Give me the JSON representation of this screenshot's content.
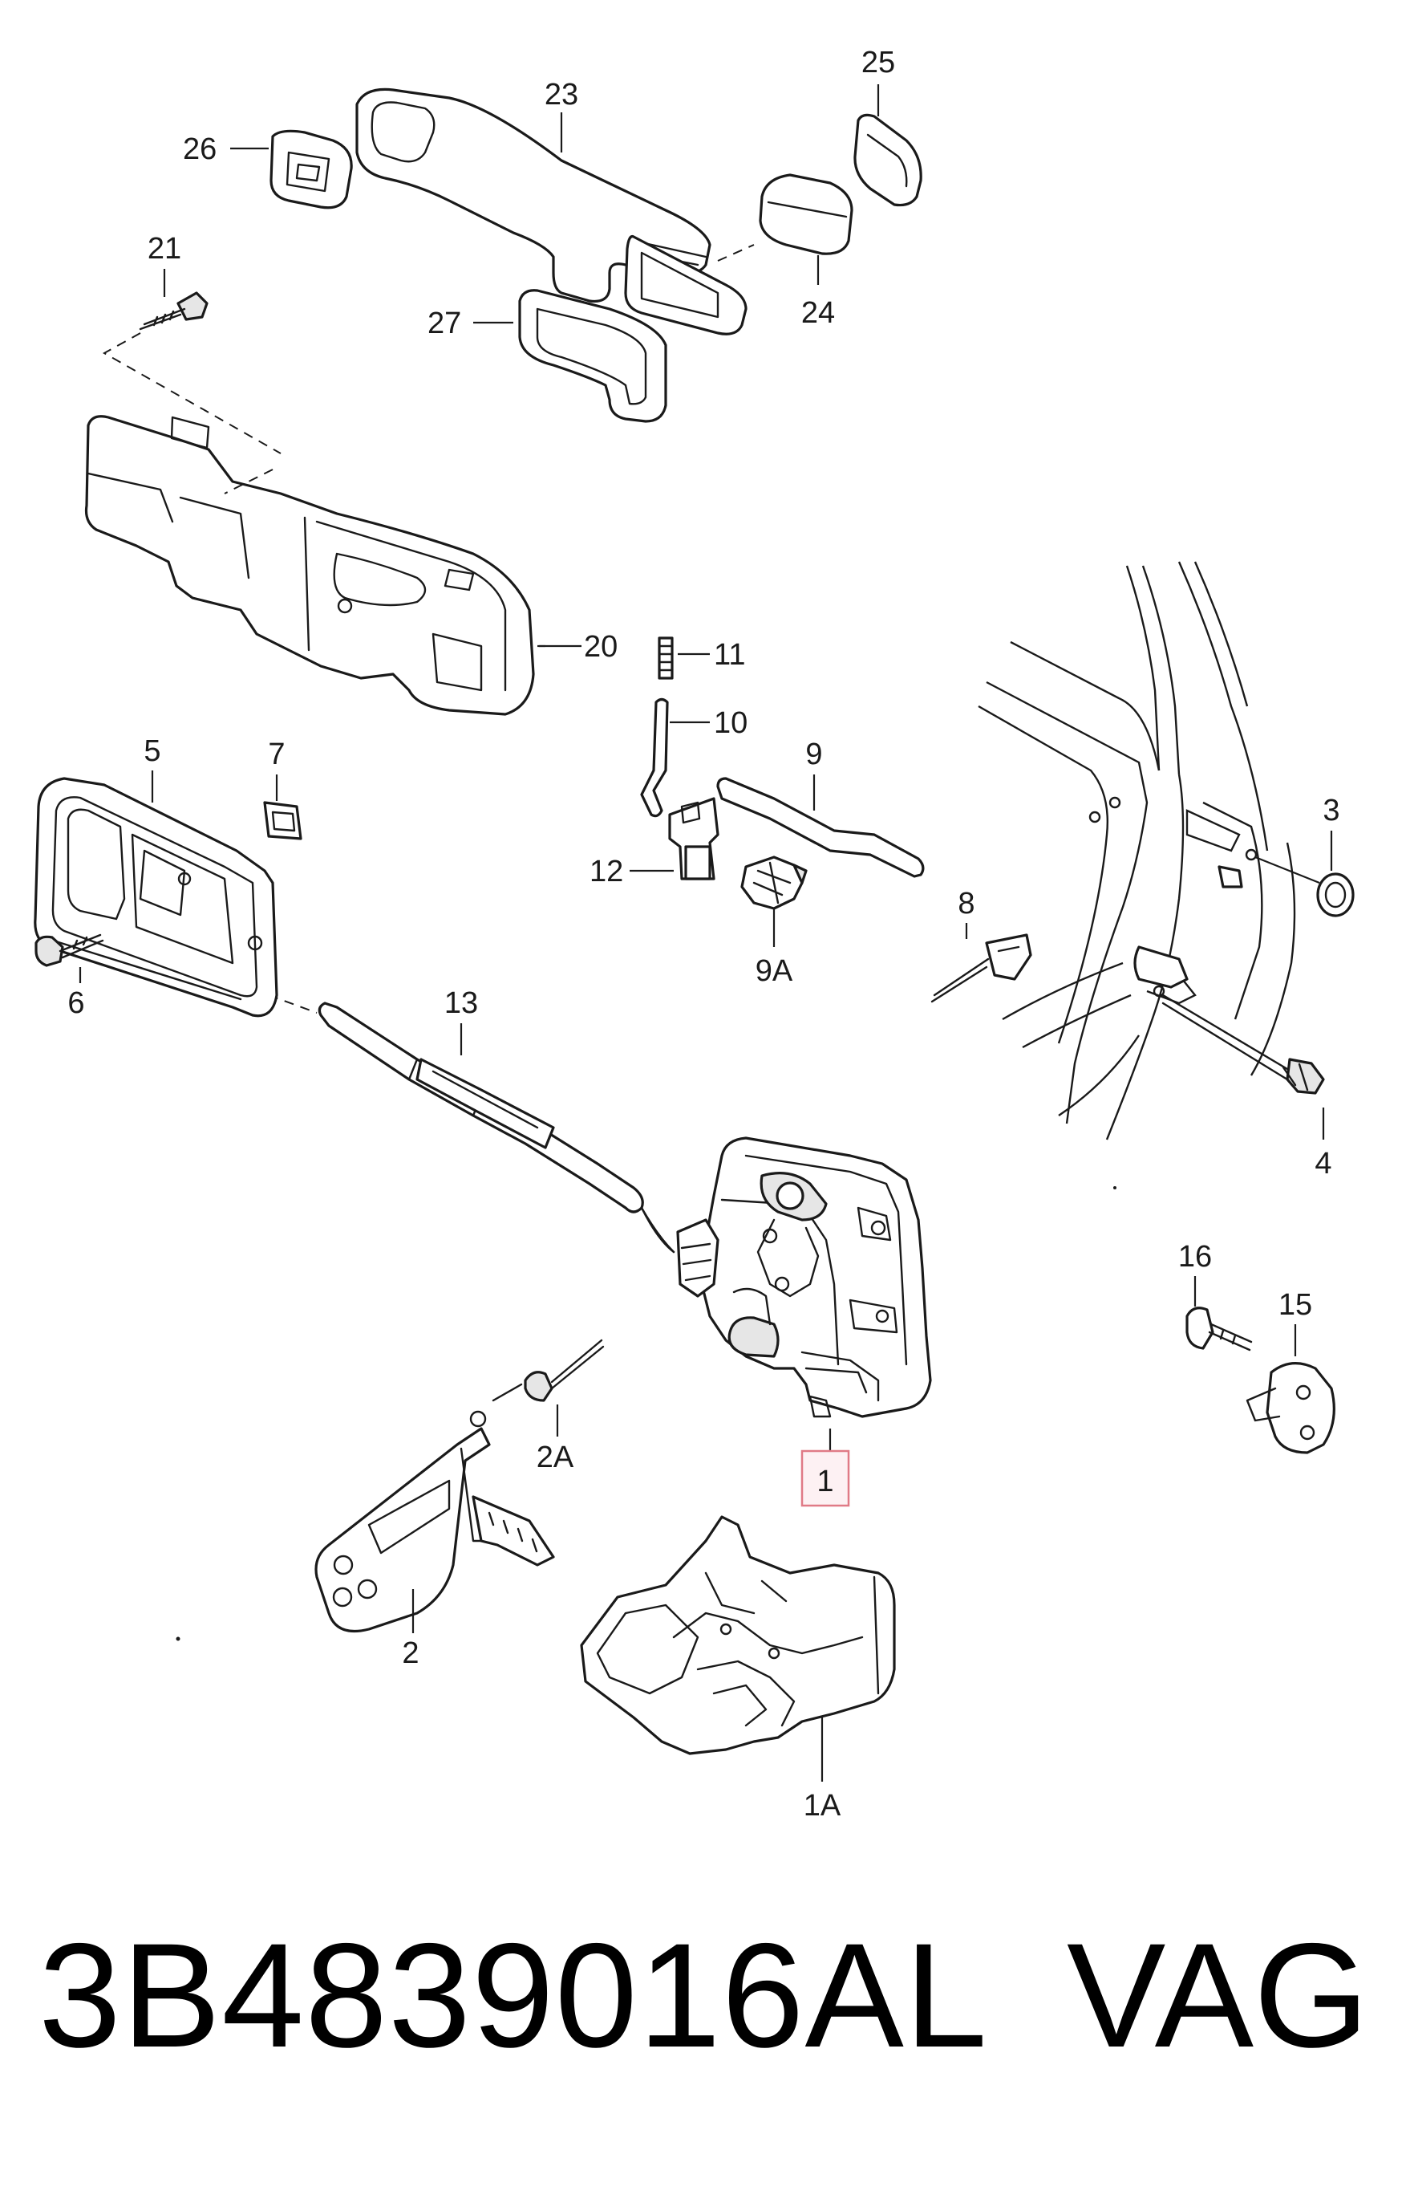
{
  "diagram": {
    "callouts": {
      "c1": "1",
      "c1A": "1A",
      "c2": "2",
      "c2A": "2A",
      "c3": "3",
      "c4": "4",
      "c5": "5",
      "c6": "6",
      "c7": "7",
      "c8": "8",
      "c9": "9",
      "c9A": "9A",
      "c10": "10",
      "c11": "11",
      "c12": "12",
      "c13": "13",
      "c15": "15",
      "c16": "16",
      "c20": "20",
      "c21": "21",
      "c23": "23",
      "c24": "24",
      "c25": "25",
      "c26": "26",
      "c27": "27"
    },
    "highlighted_callout": "1",
    "highlight_color": "#e07a86"
  },
  "footer": {
    "part_number": "3B4839016AL",
    "brand": "VAG"
  }
}
